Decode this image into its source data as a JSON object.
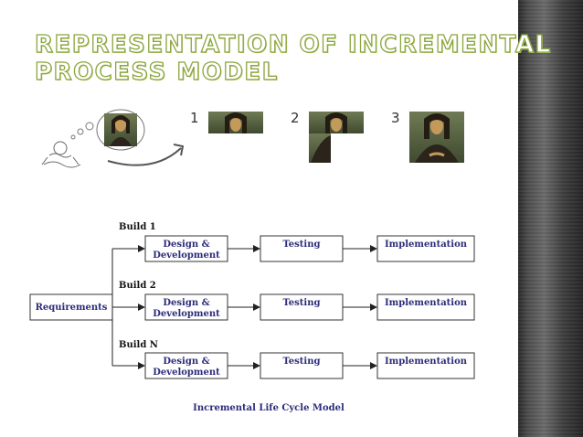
{
  "slide": {
    "title_line1": "REPRESENTATION OF INCREMENTAL",
    "title_line2": "PROCESS MODEL"
  },
  "illustration": {
    "steps": [
      "1",
      "2",
      "3"
    ]
  },
  "diagram": {
    "start": "Requirements",
    "builds": [
      {
        "name": "Build 1",
        "stages": [
          "Design &",
          "Development",
          "Testing",
          "Implementation"
        ]
      },
      {
        "name": "Build 2",
        "stages": [
          "Design &",
          "Development",
          "Testing",
          "Implementation"
        ]
      },
      {
        "name": "Build N",
        "stages": [
          "Design &",
          "Development",
          "Testing",
          "Implementation"
        ]
      }
    ],
    "caption": "Incremental Life Cycle Model"
  },
  "colors": {
    "title_outline": "#8aa63e",
    "box_text": "#2c2c7a",
    "sidebar": "#3e3e3e"
  }
}
